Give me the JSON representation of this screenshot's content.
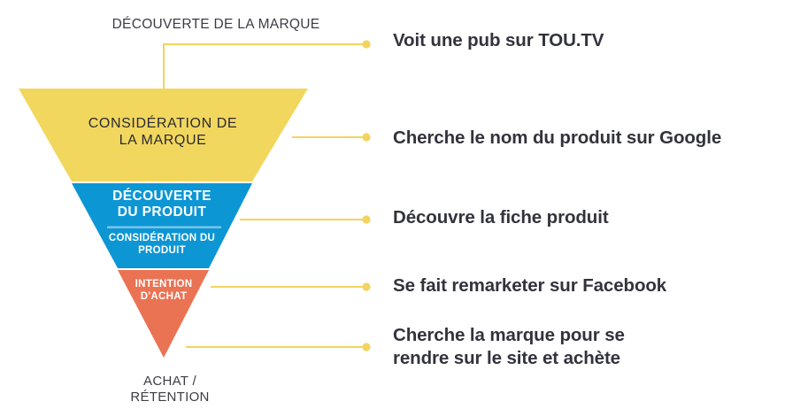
{
  "diagram": {
    "title_top": "DÉCOUVERTE DE LA MARQUE",
    "title_bottom": "ACHAT /\nRÉTENTION",
    "colors": {
      "yellow": "#F2D75E",
      "blue": "#0D96D4",
      "orange": "#EA7354",
      "connector": "#F3D45F",
      "divider": "#7EC6E8",
      "text_dark": "#33333d",
      "text_label": "#3c3c44",
      "text_on_fill": "#ffffff",
      "background": "#ffffff"
    },
    "stages": [
      {
        "id": "discovery-brand",
        "label": "DÉCOUVERTE DE LA MARQUE",
        "color": "#F2D75E",
        "position": "above-funnel"
      },
      {
        "id": "consideration-brand",
        "label": "CONSIDÉRATION  DE\nLA MARQUE",
        "color": "#F2D75E",
        "position": "band-1"
      },
      {
        "id": "discovery-product",
        "label": "DÉCOUVERTE\nDU PRODUIT",
        "color": "#0D96D4",
        "position": "band-2"
      },
      {
        "id": "consideration-product",
        "label": "CONSIDÉRATION DU\nPRODUIT",
        "color": "#0D96D4",
        "position": "band-3"
      },
      {
        "id": "intention",
        "label": "INTENTION\nD'ACHAT",
        "color": "#EA7354",
        "position": "band-4"
      },
      {
        "id": "purchase-retention",
        "label": "ACHAT /\nRÉTENTION",
        "color": "#EA7354",
        "position": "below-funnel"
      }
    ],
    "callouts": [
      {
        "id": "callout-ad-toutv",
        "text": "Voit une pub sur TOU.TV"
      },
      {
        "id": "callout-google-search",
        "text": "Cherche le nom du produit sur Google"
      },
      {
        "id": "callout-product-sheet",
        "text": "Découvre la fiche produit"
      },
      {
        "id": "callout-facebook-retarget",
        "text": "Se fait remarketer sur Facebook"
      },
      {
        "id": "callout-brand-search-buy",
        "text": "Cherche la marque pour se\nrendre sur le site et achète"
      }
    ]
  }
}
